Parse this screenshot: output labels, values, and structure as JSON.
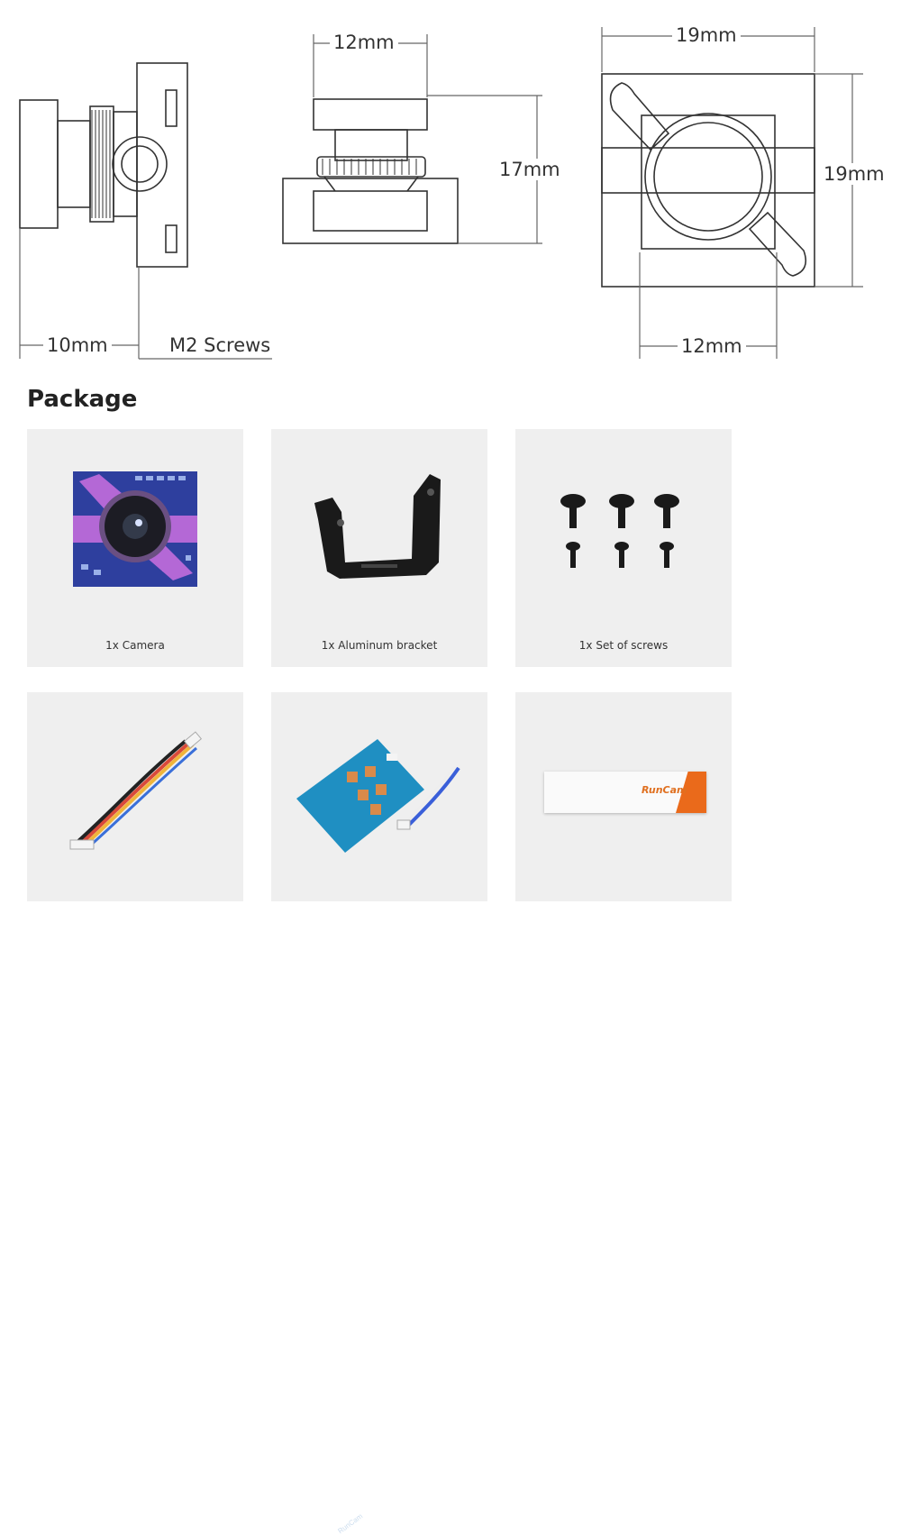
{
  "dimensions": {
    "side_depth": "10mm",
    "screws": "M2 Screws",
    "top_width": "12mm",
    "height": "17mm",
    "front_width": "19mm",
    "front_height": "19mm",
    "mount_spacing": "12mm"
  },
  "package": {
    "heading": "Package",
    "items": [
      {
        "caption": "1x Camera",
        "icon": "camera-icon"
      },
      {
        "caption": "1x Aluminum bracket",
        "icon": "bracket-icon"
      },
      {
        "caption": "1x Set of screws",
        "icon": "screws-icon"
      },
      {
        "caption": "",
        "icon": "cable-icon"
      },
      {
        "caption": "",
        "icon": "osd-board-icon"
      },
      {
        "caption": "",
        "icon": "sticker-icon"
      }
    ],
    "sticker_brand": "RunCam",
    "board_brand": "RunCam"
  },
  "colors": {
    "line": "#333333",
    "card_bg": "#efefef",
    "camera_pcb": "#2e3f9e",
    "camera_bracket": "#b468d6",
    "osd_pcb": "#1f8fc2",
    "sticker_accent": "#ea6a1b"
  }
}
